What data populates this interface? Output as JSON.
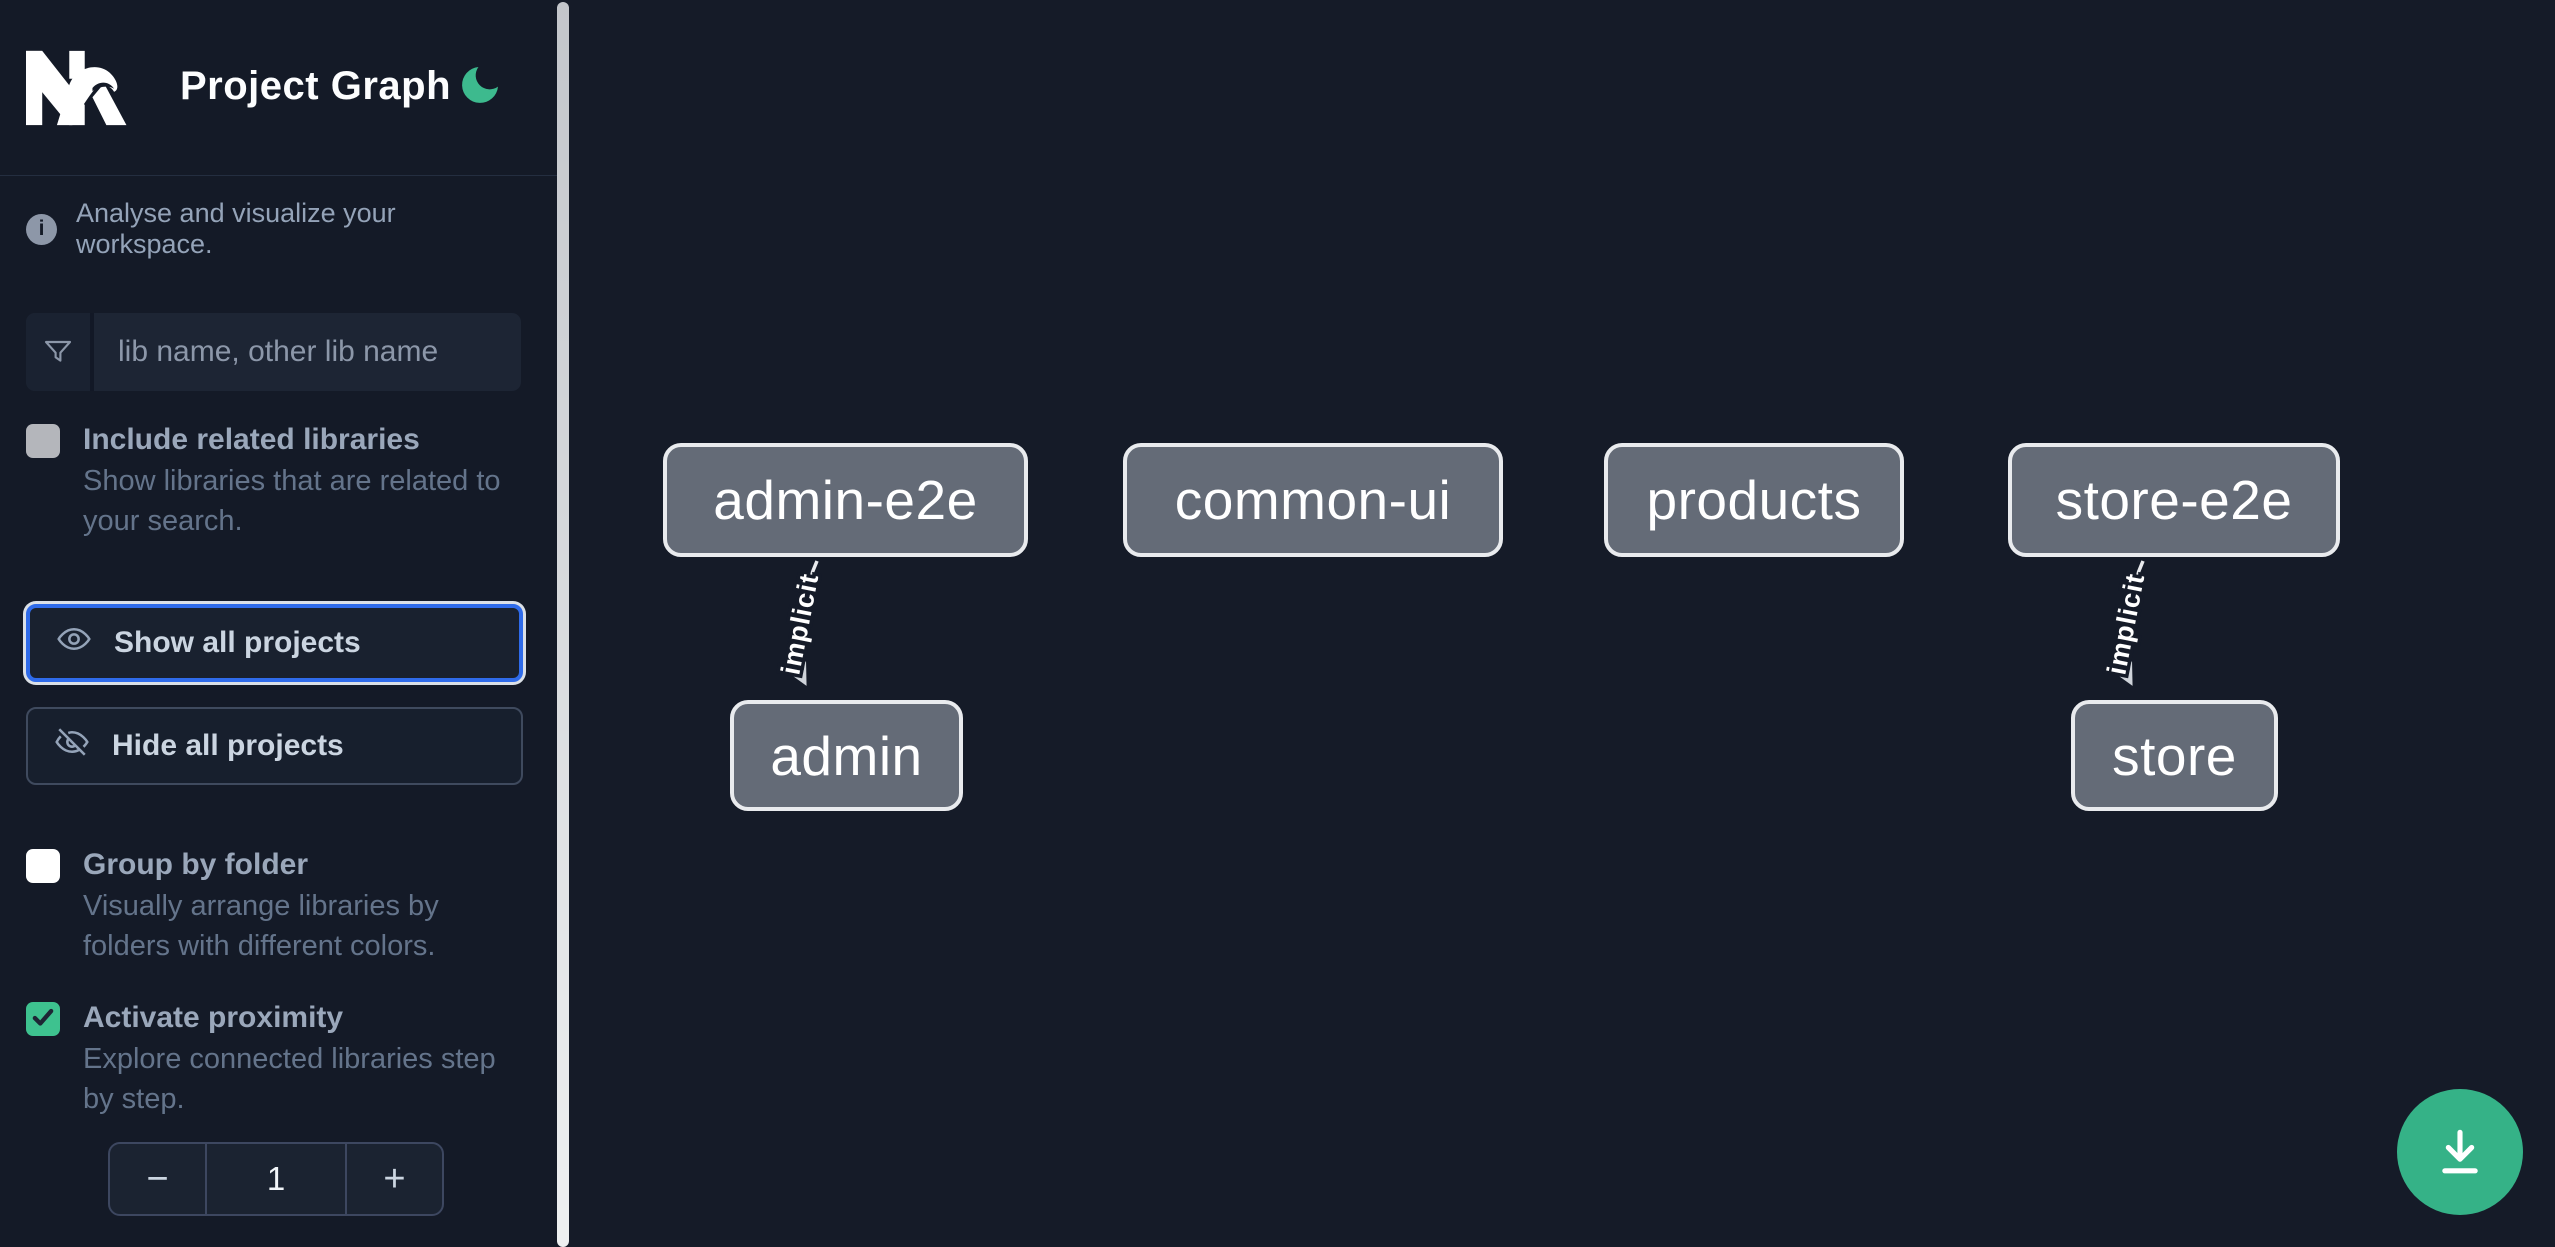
{
  "app": {
    "title": "Project Graph",
    "logo": "nx-logo",
    "theme_icon": "moon-icon"
  },
  "sidebar": {
    "tagline": "Analyse and visualize your workspace.",
    "info_glyph": "i",
    "search": {
      "placeholder": "lib name, other lib name",
      "value": ""
    },
    "options": [
      {
        "id": "include-related-libraries",
        "label": "Include related libraries",
        "description": "Show libraries that are related to your search.",
        "checked": false
      },
      {
        "id": "group-by-folder",
        "label": "Group by folder",
        "description": "Visually arrange libraries by folders with different colors.",
        "checked": false
      },
      {
        "id": "activate-proximity",
        "label": "Activate proximity",
        "description": "Explore connected libraries step by step.",
        "checked": true
      }
    ],
    "buttons": {
      "show_all": {
        "label": "Show all projects",
        "icon": "eye-icon",
        "focused": true
      },
      "hide_all": {
        "label": "Hide all projects",
        "icon": "eye-off-icon",
        "focused": false
      }
    },
    "proximity_stepper": {
      "decrement_label": "−",
      "value": "1",
      "increment_label": "+"
    }
  },
  "graph": {
    "nodes": [
      {
        "id": "admin-e2e",
        "label": "admin-e2e"
      },
      {
        "id": "common-ui",
        "label": "common-ui"
      },
      {
        "id": "products",
        "label": "products"
      },
      {
        "id": "store-e2e",
        "label": "store-e2e"
      },
      {
        "id": "admin",
        "label": "admin"
      },
      {
        "id": "store",
        "label": "store"
      }
    ],
    "edges": [
      {
        "from": "admin-e2e",
        "to": "admin",
        "label": "implicit"
      },
      {
        "from": "store-e2e",
        "to": "store",
        "label": "implicit"
      }
    ]
  },
  "fab": {
    "action": "download",
    "icon": "download-icon"
  },
  "colors": {
    "background": "#151b28",
    "accent_green": "#35b287",
    "moon_green": "#3dba8e",
    "focus_blue": "#2f6bea",
    "node_fill": "#646b77",
    "node_border": "#e9ebee",
    "muted_text": "#64748b",
    "label_text": "#9aa7ba"
  }
}
